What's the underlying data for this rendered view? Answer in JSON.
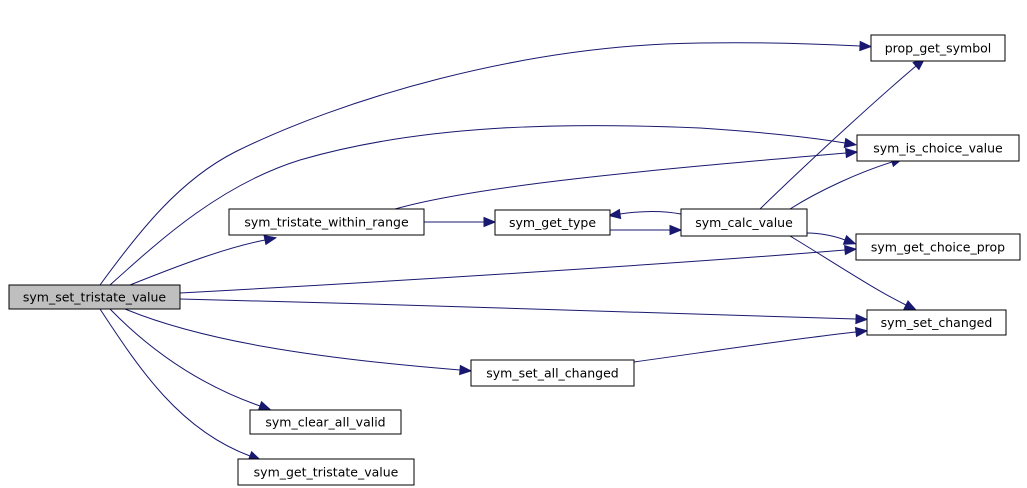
{
  "nodes": [
    {
      "id": "sym_set_tristate_value",
      "label": "sym_set_tristate_value",
      "highlighted": true,
      "border_color": "#000000"
    },
    {
      "id": "sym_tristate_within_range",
      "label": "sym_tristate_within_range",
      "highlighted": false,
      "border_color": "#000000"
    },
    {
      "id": "sym_get_type",
      "label": "sym_get_type",
      "highlighted": false,
      "border_color": "#000000"
    },
    {
      "id": "sym_calc_value",
      "label": "sym_calc_value",
      "highlighted": false,
      "border_color": "#ff0000"
    },
    {
      "id": "prop_get_symbol",
      "label": "prop_get_symbol",
      "highlighted": false,
      "border_color": "#000000"
    },
    {
      "id": "sym_is_choice_value",
      "label": "sym_is_choice_value",
      "highlighted": false,
      "border_color": "#000000"
    },
    {
      "id": "sym_get_choice_prop",
      "label": "sym_get_choice_prop",
      "highlighted": false,
      "border_color": "#000000"
    },
    {
      "id": "sym_set_changed",
      "label": "sym_set_changed",
      "highlighted": false,
      "border_color": "#000000"
    },
    {
      "id": "sym_set_all_changed",
      "label": "sym_set_all_changed",
      "highlighted": false,
      "border_color": "#000000"
    },
    {
      "id": "sym_clear_all_valid",
      "label": "sym_clear_all_valid",
      "highlighted": false,
      "border_color": "#000000"
    },
    {
      "id": "sym_get_tristate_value",
      "label": "sym_get_tristate_value",
      "highlighted": false,
      "border_color": "#000000"
    }
  ],
  "edges": [
    {
      "from": "sym_set_tristate_value",
      "to": "prop_get_symbol"
    },
    {
      "from": "sym_set_tristate_value",
      "to": "sym_is_choice_value"
    },
    {
      "from": "sym_set_tristate_value",
      "to": "sym_tristate_within_range"
    },
    {
      "from": "sym_set_tristate_value",
      "to": "sym_get_choice_prop"
    },
    {
      "from": "sym_set_tristate_value",
      "to": "sym_set_changed"
    },
    {
      "from": "sym_set_tristate_value",
      "to": "sym_set_all_changed"
    },
    {
      "from": "sym_set_tristate_value",
      "to": "sym_clear_all_valid"
    },
    {
      "from": "sym_set_tristate_value",
      "to": "sym_get_tristate_value"
    },
    {
      "from": "sym_tristate_within_range",
      "to": "sym_get_type"
    },
    {
      "from": "sym_tristate_within_range",
      "to": "sym_is_choice_value"
    },
    {
      "from": "sym_get_type",
      "to": "sym_calc_value"
    },
    {
      "from": "sym_calc_value",
      "to": "sym_get_type"
    },
    {
      "from": "sym_calc_value",
      "to": "prop_get_symbol"
    },
    {
      "from": "sym_calc_value",
      "to": "sym_is_choice_value"
    },
    {
      "from": "sym_calc_value",
      "to": "sym_get_choice_prop"
    },
    {
      "from": "sym_calc_value",
      "to": "sym_set_changed"
    },
    {
      "from": "sym_set_all_changed",
      "to": "sym_set_changed"
    }
  ],
  "colors": {
    "edge": "#191970",
    "highlighted_fill": "#bfbfbf",
    "node_fill": "#ffffff"
  }
}
